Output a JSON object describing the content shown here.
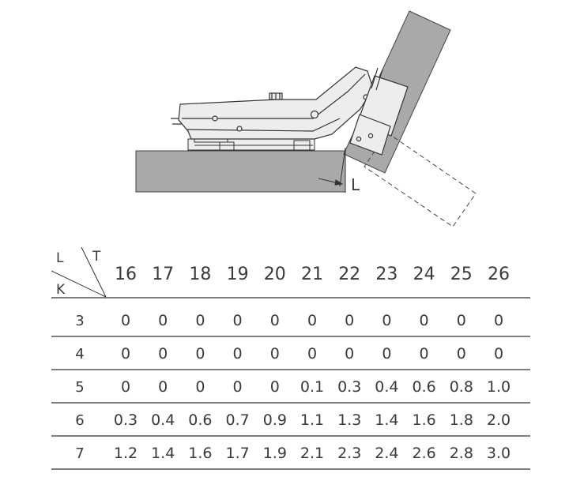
{
  "diagram": {
    "dimension_label": "L",
    "colors": {
      "panel": "#a9a9a9",
      "hinge_fill": "#ededed",
      "line": "#333333"
    }
  },
  "table": {
    "corner": {
      "top_left": "L",
      "top_right": "T",
      "bottom_left": "K"
    },
    "columns": [
      "16",
      "17",
      "18",
      "19",
      "20",
      "21",
      "22",
      "23",
      "24",
      "25",
      "26"
    ],
    "rows": [
      {
        "k": "3",
        "values": [
          "0",
          "0",
          "0",
          "0",
          "0",
          "0",
          "0",
          "0",
          "0",
          "0",
          "0"
        ]
      },
      {
        "k": "4",
        "values": [
          "0",
          "0",
          "0",
          "0",
          "0",
          "0",
          "0",
          "0",
          "0",
          "0",
          "0"
        ]
      },
      {
        "k": "5",
        "values": [
          "0",
          "0",
          "0",
          "0",
          "0",
          "0.1",
          "0.3",
          "0.4",
          "0.6",
          "0.8",
          "1.0"
        ]
      },
      {
        "k": "6",
        "values": [
          "0.3",
          "0.4",
          "0.6",
          "0.7",
          "0.9",
          "1.1",
          "1.3",
          "1.4",
          "1.6",
          "1.8",
          "2.0"
        ]
      },
      {
        "k": "7",
        "values": [
          "1.2",
          "1.4",
          "1.6",
          "1.7",
          "1.9",
          "2.1",
          "2.3",
          "2.4",
          "2.6",
          "2.8",
          "3.0"
        ]
      }
    ]
  }
}
